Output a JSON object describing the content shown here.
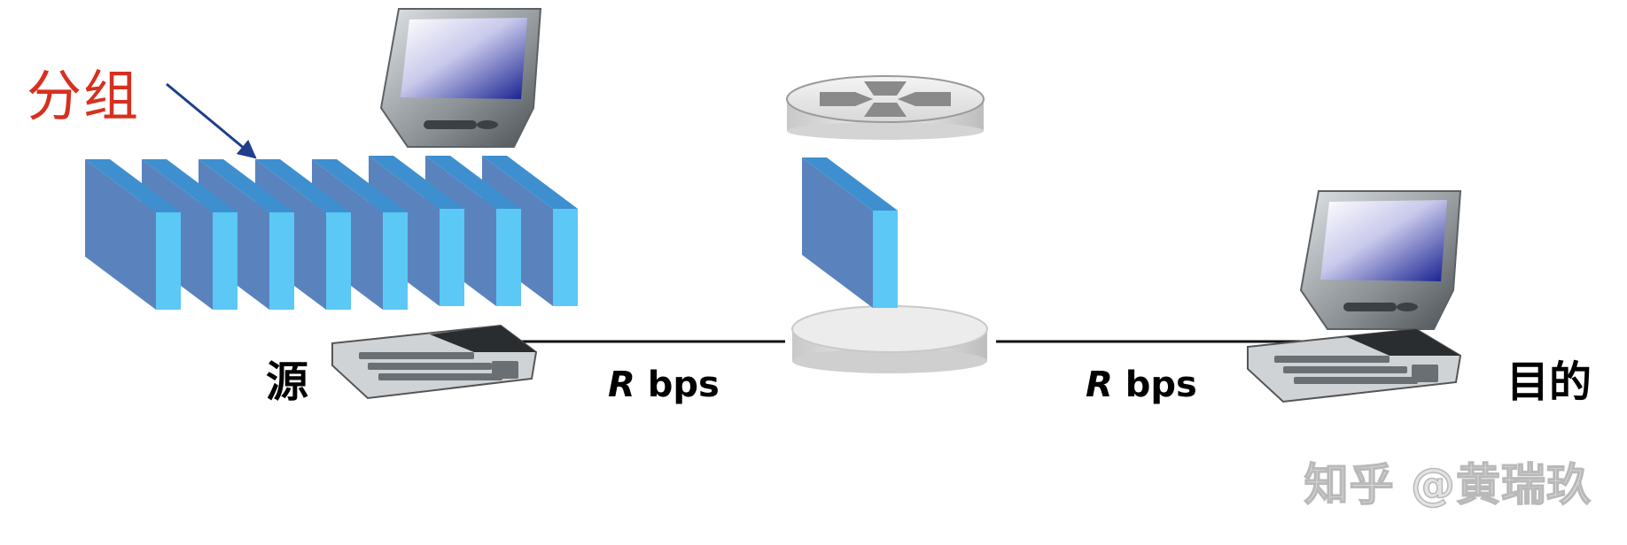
{
  "labels": {
    "packets": "分组",
    "source": "源",
    "destination": "目的",
    "link1_rate_symbol": "R",
    "link1_rate_unit": " bps",
    "link2_rate_symbol": "R",
    "link2_rate_unit": " bps",
    "watermark": "知乎 @黄瑞玖"
  },
  "colors": {
    "packet_front": "#5a83bd",
    "packet_side": "#5bc8f5",
    "packet_top": "#3d8fd0",
    "label_red": "#d7301f",
    "arrow": "#1f3f8c",
    "link_line": "#111111"
  },
  "icons": {
    "source_host": "desktop-computer-icon",
    "destination_host": "desktop-computer-icon",
    "switch": "router-icon"
  },
  "packets_at_source": 8,
  "packets_in_transit": 1
}
